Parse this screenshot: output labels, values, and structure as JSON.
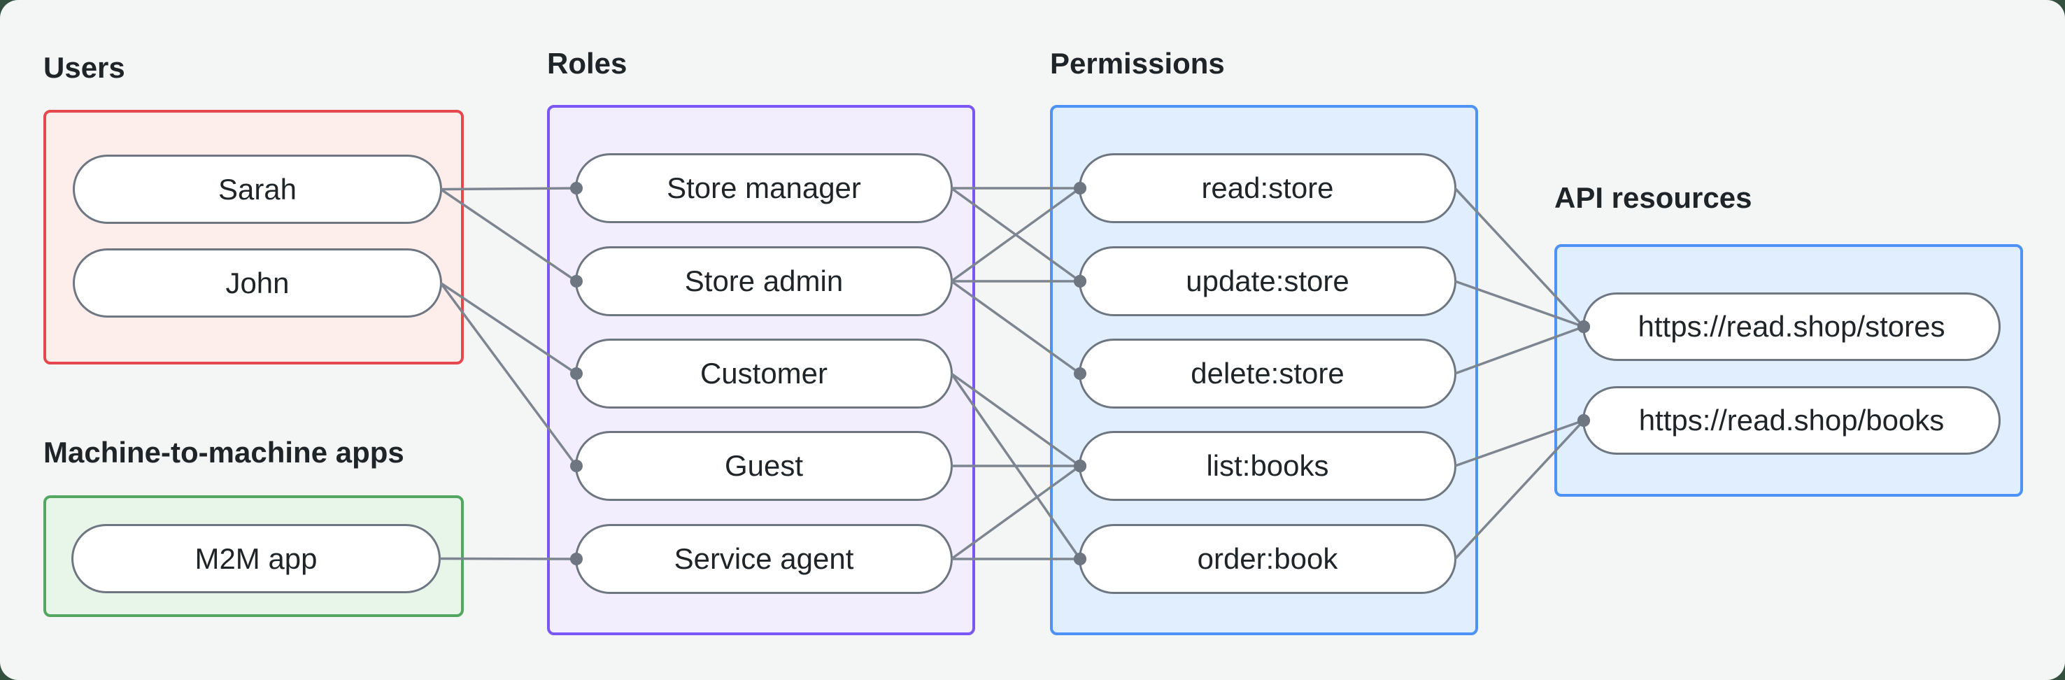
{
  "canvas": {
    "background_color": "#f4f6f5",
    "page_background_color": "#34503f"
  },
  "groups": {
    "users": {
      "label": "Users",
      "border_color": "#e5484d",
      "fill_color": "#fdeeec",
      "nodes": [
        {
          "id": "sarah",
          "label": "Sarah"
        },
        {
          "id": "john",
          "label": "John"
        }
      ]
    },
    "m2m": {
      "label": "Machine-to-machine apps",
      "border_color": "#53a761",
      "fill_color": "#e8f6ea",
      "nodes": [
        {
          "id": "m2m-app",
          "label": "M2M app"
        }
      ]
    },
    "roles": {
      "label": "Roles",
      "border_color": "#7a57f7",
      "fill_color": "#f3eefe",
      "nodes": [
        {
          "id": "store-manager",
          "label": "Store manager"
        },
        {
          "id": "store-admin",
          "label": "Store admin"
        },
        {
          "id": "customer",
          "label": "Customer"
        },
        {
          "id": "guest",
          "label": "Guest"
        },
        {
          "id": "service-agent",
          "label": "Service agent"
        }
      ]
    },
    "permissions": {
      "label": "Permissions",
      "border_color": "#4e92f7",
      "fill_color": "#e0eefd",
      "nodes": [
        {
          "id": "read-store",
          "label": "read:store"
        },
        {
          "id": "update-store",
          "label": "update:store"
        },
        {
          "id": "delete-store",
          "label": "delete:store"
        },
        {
          "id": "list-books",
          "label": "list:books"
        },
        {
          "id": "order-book",
          "label": "order:book"
        }
      ]
    },
    "api_resources": {
      "label": "API resources",
      "border_color": "#4e92f7",
      "fill_color": "#e0eefd",
      "nodes": [
        {
          "id": "stores-api",
          "label": "https://read.shop/stores"
        },
        {
          "id": "books-api",
          "label": "https://read.shop/books"
        }
      ]
    }
  },
  "edges": [
    {
      "from": "sarah",
      "to": "store-manager"
    },
    {
      "from": "sarah",
      "to": "store-admin"
    },
    {
      "from": "john",
      "to": "customer"
    },
    {
      "from": "john",
      "to": "guest"
    },
    {
      "from": "m2m-app",
      "to": "service-agent"
    },
    {
      "from": "store-manager",
      "to": "read-store"
    },
    {
      "from": "store-manager",
      "to": "update-store"
    },
    {
      "from": "store-admin",
      "to": "read-store"
    },
    {
      "from": "store-admin",
      "to": "update-store"
    },
    {
      "from": "store-admin",
      "to": "delete-store"
    },
    {
      "from": "customer",
      "to": "list-books"
    },
    {
      "from": "customer",
      "to": "order-book"
    },
    {
      "from": "guest",
      "to": "list-books"
    },
    {
      "from": "service-agent",
      "to": "list-books"
    },
    {
      "from": "service-agent",
      "to": "order-book"
    },
    {
      "from": "read-store",
      "to": "stores-api"
    },
    {
      "from": "update-store",
      "to": "stores-api"
    },
    {
      "from": "delete-store",
      "to": "stores-api"
    },
    {
      "from": "list-books",
      "to": "books-api"
    },
    {
      "from": "order-book",
      "to": "books-api"
    }
  ],
  "edge_style": {
    "line_color": "#7d8590",
    "dot_color": "#6e7681"
  }
}
